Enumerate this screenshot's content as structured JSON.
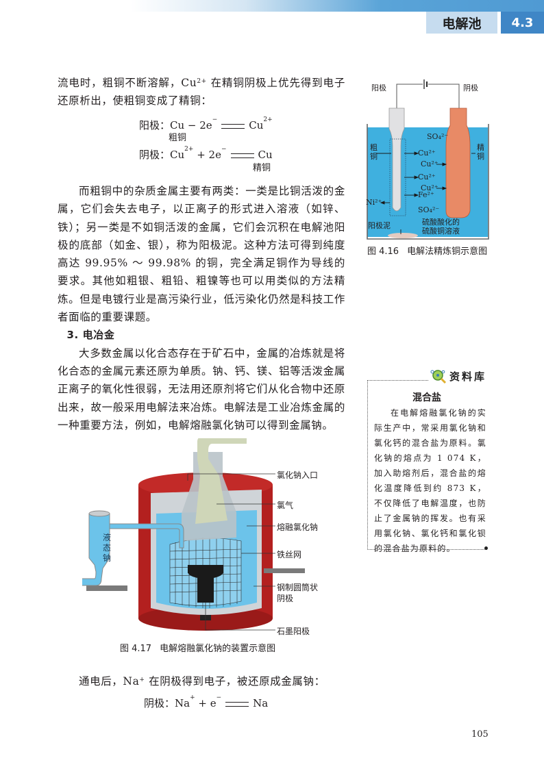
{
  "header": {
    "chapter_title": "电解池",
    "section_number": "4.3",
    "colors": {
      "bar_start": "#ffffff",
      "bar_end": "#4f9ad3",
      "chapter_bg": "#c6dcef",
      "section_bg": "#3f86c6"
    }
  },
  "main": {
    "para1": {
      "before": "流电时，粗铜不断溶解，Cu",
      "sup": "2+",
      "after": " 在精铜阴极上优先得到电子还原析出，使粗铜变成了精铜："
    },
    "eq_anode": {
      "label": "阳极：",
      "lhs": "Cu − 2e",
      "lhs_sup": "−",
      "rhs": "Cu",
      "rhs_sup": "2+",
      "under": "粗铜"
    },
    "eq_cathode": {
      "label": "阴极：",
      "lhs": "Cu",
      "lhs_sup": "2+",
      "lhs2": " + 2e",
      "lhs2_sup": "−",
      "rhs": "Cu",
      "under": "精铜"
    },
    "para2": "而粗铜中的杂质金属主要有两类：一类是比铜活泼的金属，它们会失去电子，以正离子的形式进入溶液（如锌、铁）；另一类是不如铜活泼的金属，它们会沉积在电解池阳极的底部（如金、银），称为阳极泥。这种方法可得到纯度高达 99.95% ～ 99.98% 的铜，完全满足铜作为导线的要求。其他如粗银、粗铅、粗镍等也可以用类似的方法精炼。但是电镀行业是高污染行业，低污染化仍然是科技工作者面临的重要课题。",
    "heading": "3. 电冶金",
    "para3": "大多数金属以化合态存在于矿石中，金属的冶炼就是将化合态的金属元素还原为单质。钠、钙、镁、铝等活泼金属正离子的氧化性很弱，无法用还原剂将它们从化合物中还原出来，故一般采用电解法来冶炼。电解法是工业冶炼金属的一种重要方法，例如，电解熔融氯化钠可以得到金属钠。",
    "para4": {
      "before": "通电后，Na",
      "sup": "+",
      "after": " 在阴极得到电子，被还原成金属钠："
    },
    "eq_na": {
      "label": "阴极：",
      "lhs": "Na",
      "lhs_sup": "+",
      "lhs2": " + e",
      "lhs2_sup": "−",
      "rhs": "Na"
    }
  },
  "figure_4_16": {
    "number": "图 4.16",
    "caption": "电解法精炼铜示意图",
    "labels": {
      "anode": "阳极",
      "cathode": "阴极",
      "crude_copper": "粗铜",
      "pure_copper": "精铜",
      "anode_mud": "阳极泥",
      "solution_line1": "硫酸酸化的",
      "solution_line2": "硫酸铜溶液",
      "ions": [
        "SO₄²⁻",
        "Cu²⁺",
        "Cu²⁺",
        "Cu²⁺",
        "Cu²⁺",
        "Fe²⁺",
        "Ni²⁺",
        "SO₄²⁻"
      ]
    },
    "colors": {
      "solution": "#3fb0df",
      "anode_rod": "#d9d9d9",
      "cathode_rod": "#e88a66"
    }
  },
  "figure_4_17": {
    "number": "图 4.17",
    "caption": "电解熔融氯化钠的装置示意图",
    "labels": {
      "nacl_inlet": "氯化钠入口",
      "chlorine": "氯气",
      "molten_nacl": "熔融氯化钠",
      "iron_mesh": "铁丝网",
      "steel_cathode_l1": "钢制圆筒状",
      "steel_cathode_l2": "阴极",
      "graphite_anode": "石墨阳极",
      "liquid_sodium": "液态钠"
    },
    "colors": {
      "shell": "#b3201f",
      "molten": "#6cc3ea",
      "anode": "#1a1a1a"
    }
  },
  "sidebar": {
    "title": "资料库",
    "icon": "magnifier-molecule-icon",
    "heading": "混合盐",
    "body": "在电解熔融氯化钠的实际生产中，常采用氯化钠和氯化钙的混合盐为原料。氯化钠的熔点为 1 074 K，加入助熔剂后，混合盐的熔化温度降低到约 873 K，不仅降低了电解温度，也防止了金属钠的挥发。也有采用氯化钠、氯化钙和氯化钡的混合盐为原料的。"
  },
  "footer": {
    "page_number": "105"
  }
}
